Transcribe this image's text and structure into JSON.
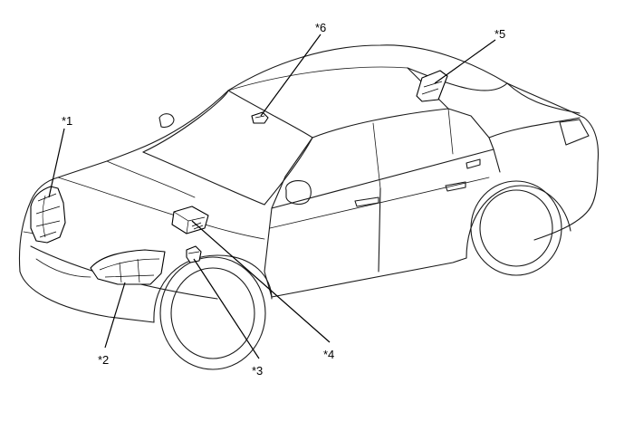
{
  "diagram": {
    "callouts": [
      {
        "id": "1",
        "label": "*1"
      },
      {
        "id": "2",
        "label": "*2"
      },
      {
        "id": "3",
        "label": "*3"
      },
      {
        "id": "4",
        "label": "*4"
      },
      {
        "id": "5",
        "label": "*5"
      },
      {
        "id": "6",
        "label": "*6"
      }
    ]
  }
}
